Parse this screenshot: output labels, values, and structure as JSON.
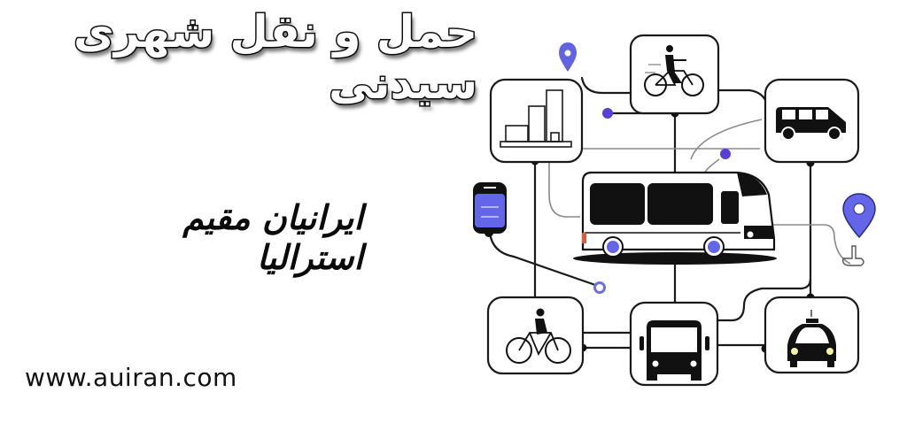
{
  "banner": {
    "title": "حمل و نقل شهری سیدنی",
    "subtitle": "ایرانیان مقیم استرالیا",
    "website": "www.auiran.com"
  },
  "illustration": {
    "description": "transport network diagram",
    "center_vehicle": "minibus",
    "nodes": [
      {
        "id": "buildings",
        "icon": "city-buildings-icon"
      },
      {
        "id": "cyclist-top",
        "icon": "cyclist-icon"
      },
      {
        "id": "van",
        "icon": "van-icon"
      },
      {
        "id": "phone",
        "icon": "mobile-ticket-icon"
      },
      {
        "id": "location-pin-small",
        "icon": "location-pin-icon"
      },
      {
        "id": "location-pin-large",
        "icon": "location-pin-icon"
      },
      {
        "id": "cyclist-bottom",
        "icon": "bicycle-rider-icon"
      },
      {
        "id": "bus-front",
        "icon": "bus-front-icon"
      },
      {
        "id": "taxi",
        "icon": "taxi-icon"
      }
    ],
    "colors": {
      "accent": "#5a5ee6",
      "line": "#1a1a1a",
      "grey_line": "#8a8a8a",
      "tail_light": "#e05a3a",
      "headlight": "#f3f3a0"
    }
  }
}
